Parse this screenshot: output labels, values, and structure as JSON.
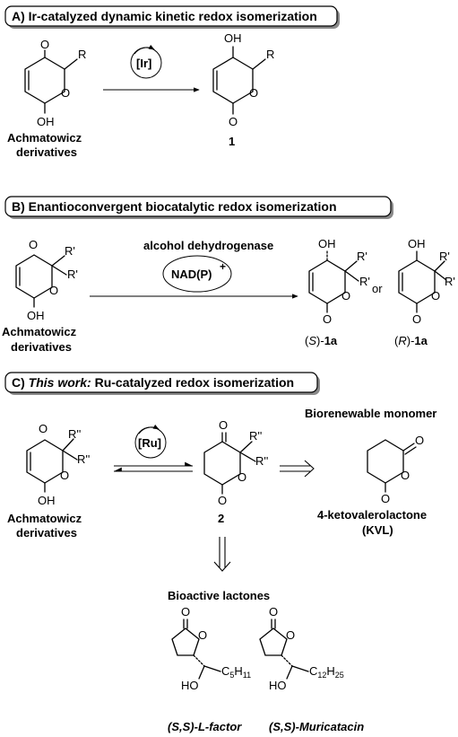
{
  "panels": {
    "a": {
      "title": "A) Ir-catalyzed dynamic kinetic redox isomerization"
    },
    "b": {
      "title": "B) Enantioconvergent biocatalytic redox isomerization"
    },
    "c": {
      "title_prefix": "C) ",
      "title_italic": "This work:",
      "title_rest": " Ru-catalyzed redox isomerization"
    }
  },
  "labels": {
    "achmatowicz_line1": "Achmatowicz",
    "achmatowicz_line2": "derivatives",
    "compound_1": "1",
    "compound_2": "2",
    "s_1a_prefix": "(",
    "s_1a_config": "S",
    "s_1a_suffix": ")-",
    "s_1a_bold": "1a",
    "r_1a_prefix": "(",
    "r_1a_config": "R",
    "r_1a_suffix": ")-",
    "r_1a_bold": "1a",
    "or": "or",
    "alcohol_dehydrogenase": "alcohol dehydrogenase",
    "biorenewable_monomer": "Biorenewable monomer",
    "kvl_line1": "4-ketovalerolactone",
    "kvl_line2": "(KVL)",
    "bioactive_lactones": "Bioactive lactones",
    "l_factor": "(S,S)-L-factor",
    "muricatacin": "(S,S)-Muricatacin"
  },
  "catalysts": {
    "ir": "[Ir]",
    "ru": "[Ru]",
    "nadp": "NAD(P)",
    "nadp_charge": "+"
  },
  "atoms": {
    "O": "O",
    "OH": "OH",
    "HO": "HO",
    "R": "R",
    "R1": "R'",
    "R2": "R''",
    "C5H11": "C5H11",
    "C12H25": "C12H25"
  }
}
